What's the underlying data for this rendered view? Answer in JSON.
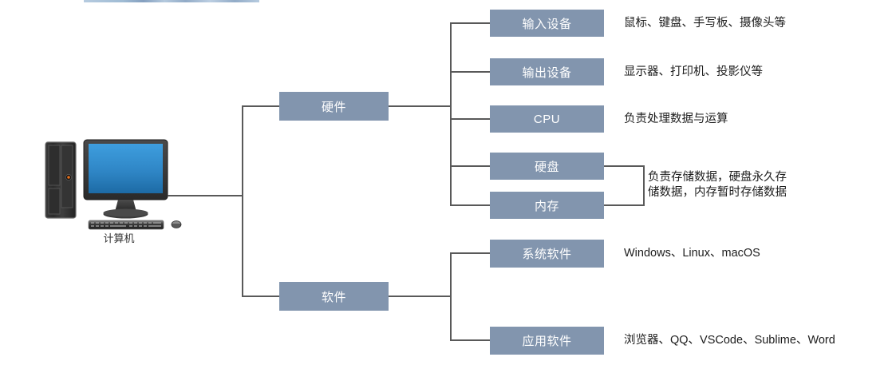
{
  "diagram": {
    "title_strip": "",
    "root": {
      "label": "计算机",
      "icon": "desktop-computer-icon"
    },
    "branches": [
      {
        "id": "hardware",
        "label": "硬件",
        "children": [
          {
            "id": "input-device",
            "label": "输入设备",
            "desc": "鼠标、键盘、手写板、摄像头等"
          },
          {
            "id": "output-device",
            "label": "输出设备",
            "desc": "显示器、打印机、投影仪等"
          },
          {
            "id": "cpu",
            "label": "CPU",
            "desc": "负责处理数据与运算"
          },
          {
            "id": "hard-disk",
            "label": "硬盘",
            "desc": ""
          },
          {
            "id": "memory",
            "label": "内存",
            "desc": ""
          }
        ],
        "grouped_desc": "负责存储数据，硬盘永久存\n储数据，内存暂时存储数据"
      },
      {
        "id": "software",
        "label": "软件",
        "children": [
          {
            "id": "system-software",
            "label": "系统软件",
            "desc": "Windows、Linux、macOS"
          },
          {
            "id": "app-software",
            "label": "应用软件",
            "desc": "浏览器、QQ、VSCode、Sublime、Word"
          }
        ]
      }
    ]
  },
  "colors": {
    "node_fill": "#8295ae",
    "node_text": "#ffffff",
    "line": "#595959",
    "desc_text": "#1c1c1c",
    "screen_blue": "#2a86c8"
  }
}
